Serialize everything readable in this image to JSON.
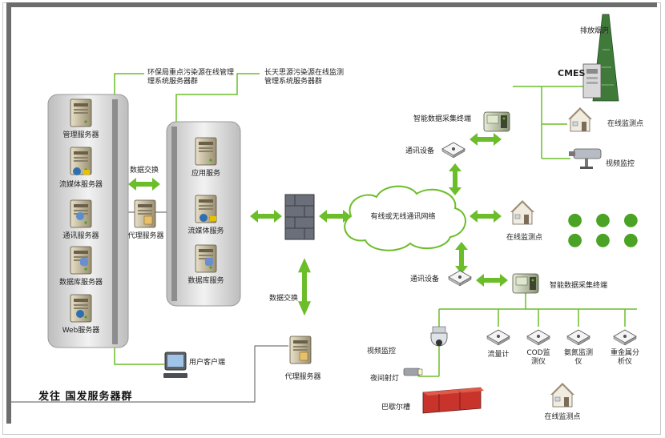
{
  "groups": {
    "left_group_label": "环保局重点污染源在线管理理系统服务器群",
    "mid_group_label": "长天思源污染源在线监测管理系统服务器群",
    "bottom_title": "发往 国发服务器群"
  },
  "left_servers": [
    "管理服务器",
    "流媒体服务器",
    "通讯服务器",
    "数据库服务器",
    "Web服务器"
  ],
  "mid_servers": [
    "应用服务",
    "流媒体服务",
    "数据库服务"
  ],
  "labels": {
    "data_exchange_top": "数据交换",
    "data_exchange_bottom": "数据交换",
    "proxy_server_left": "代理服务器",
    "proxy_server_bottom": "代理服务器",
    "user_client": "用户客户端",
    "network_cloud": "有线或无线通讯网络",
    "exhaust_chimney": "排放烟囱",
    "cmes": "CMES",
    "online_monitor_top": "在线监测点",
    "video_monitor_top": "视频监控",
    "collector_top": "智能数据采集终端",
    "comm_device_top": "通讯设备",
    "online_monitor_mid": "在线监测点",
    "comm_device_bottom": "通讯设备",
    "collector_bottom": "智能数据采集终端",
    "video_monitor_bottom": "视频监控",
    "night_light": "夜间射灯",
    "flow_meter": "流量计",
    "cod_meter": "COD监测仪",
    "ammonia_meter": "氨氮监测仪",
    "heavy_metal": "重金属分析仪",
    "parshall_flume": "巴歇尔槽",
    "online_monitor_bottom": "在线监测点",
    "more_dots": "● ● ●   ● ● ●"
  },
  "colors": {
    "accent_green": "#6cbd2a",
    "line_dark": "#444444",
    "rack_gray": "#d9d9d9"
  }
}
